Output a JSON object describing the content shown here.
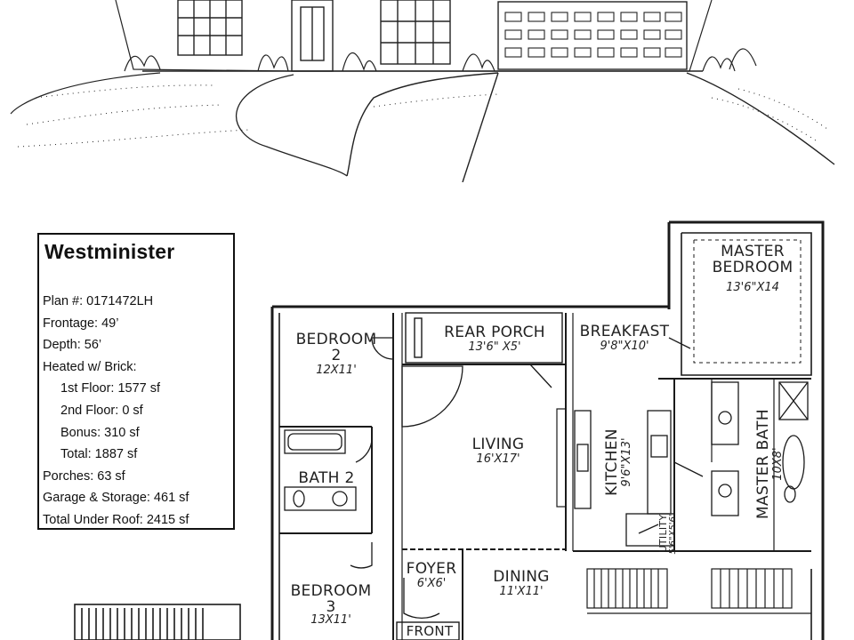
{
  "plan_info": {
    "name": "Westminister",
    "lines": [
      {
        "text": "Plan #: 0171472LH",
        "indent": false
      },
      {
        "text": "Frontage: 49’",
        "indent": false
      },
      {
        "text": "Depth: 56’",
        "indent": false
      },
      {
        "text": "Heated w/ Brick:",
        "indent": false
      },
      {
        "text": "1st Floor: 1577 sf",
        "indent": true
      },
      {
        "text": "2nd Floor: 0 sf",
        "indent": true
      },
      {
        "text": "Bonus: 310 sf",
        "indent": true
      },
      {
        "text": "Total: 1887 sf",
        "indent": true
      },
      {
        "text": "Porches: 63 sf",
        "indent": false
      },
      {
        "text": "Garage & Storage: 461 sf",
        "indent": false
      },
      {
        "text": "Total Under Roof: 2415 sf",
        "indent": false
      }
    ]
  },
  "rooms": {
    "master_bedroom": {
      "name_1": "MASTER",
      "name_2": "BEDROOM",
      "dims": "13'6\"X14"
    },
    "rear_porch": {
      "name": "REAR PORCH",
      "dims": "13'6\" X5'"
    },
    "breakfast": {
      "name": "BREAKFAST",
      "dims": "9'8\"X10'"
    },
    "bedroom_2": {
      "name": "BEDROOM",
      "number": "2",
      "dims": "12X11'"
    },
    "living": {
      "name": "LIVING",
      "dims": "16'X17'"
    },
    "kitchen": {
      "name": "KITCHEN",
      "dims": "9'6\"X13'"
    },
    "master_bath": {
      "name": "MASTER BATH",
      "dims": "10X8'"
    },
    "bath_2": {
      "name": "BATH 2"
    },
    "utility": {
      "name": "UTILITY",
      "dims": "5'6\"X5'6\""
    },
    "foyer": {
      "name": "FOYER",
      "dims": "6'X6'"
    },
    "dining": {
      "name": "DINING",
      "dims": "11'X11'"
    },
    "bedroom_3": {
      "name": "BEDROOM",
      "number": "3",
      "dims": "13X11'"
    },
    "front": {
      "name": "FRONT"
    }
  }
}
